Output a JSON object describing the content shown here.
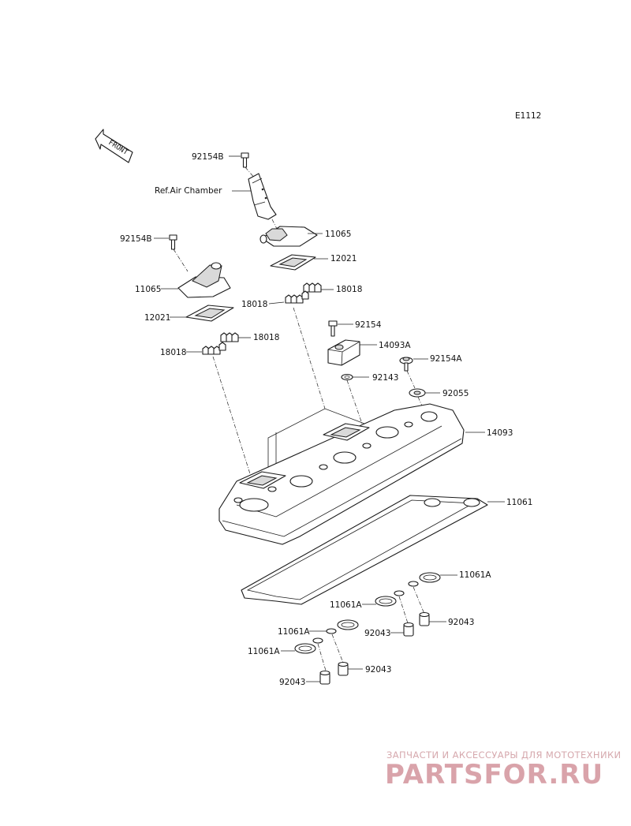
{
  "diagram": {
    "code": "E1112",
    "front_label": "FRONT",
    "ref_label": "Ref.Air Chamber",
    "labels": {
      "top_bolt": "92154B",
      "right_cap": "11065",
      "right_plate": "12021",
      "right_clips_a": "18018",
      "right_clips_b": "18018",
      "left_bolt": "92154B",
      "left_cap": "11065",
      "left_plate": "12021",
      "left_clips_a": "18018",
      "left_clips_b": "18018",
      "bracket_bolt": "92154",
      "bracket": "14093A",
      "cover_bolt": "92154A",
      "bracket_washer": "92143",
      "cover_washer": "92055",
      "head_cover": "14093",
      "gasket": "11061",
      "oring_1": "11061A",
      "oring_2": "11061A",
      "oring_3": "11061A",
      "oring_4": "11061A",
      "dowel_1": "92043",
      "dowel_2": "92043",
      "dowel_3": "92043",
      "dowel_4": "92043"
    }
  },
  "watermark": {
    "tagline": "ЗАПЧАСТИ И АКСЕССУАРЫ ДЛЯ МОТОТЕХНИКИ",
    "logo": "PARTSFOR.RU"
  }
}
